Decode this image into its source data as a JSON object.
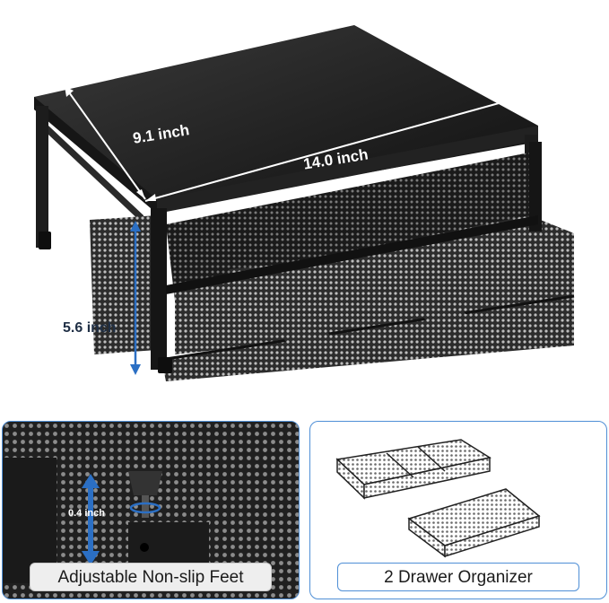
{
  "dimensions": {
    "depth": "9.1 inch",
    "width": "14.0 inch",
    "height": "5.6 inch"
  },
  "detail_left": {
    "caption": "Adjustable Non-slip Feet",
    "foot_adjustment": "0.4 inch"
  },
  "detail_right": {
    "caption": "2 Drawer Organizer"
  },
  "colors": {
    "accent_blue": "#4f8fd6",
    "arrow_blue": "#2b6fc4",
    "metal": "#1e1e1e"
  }
}
